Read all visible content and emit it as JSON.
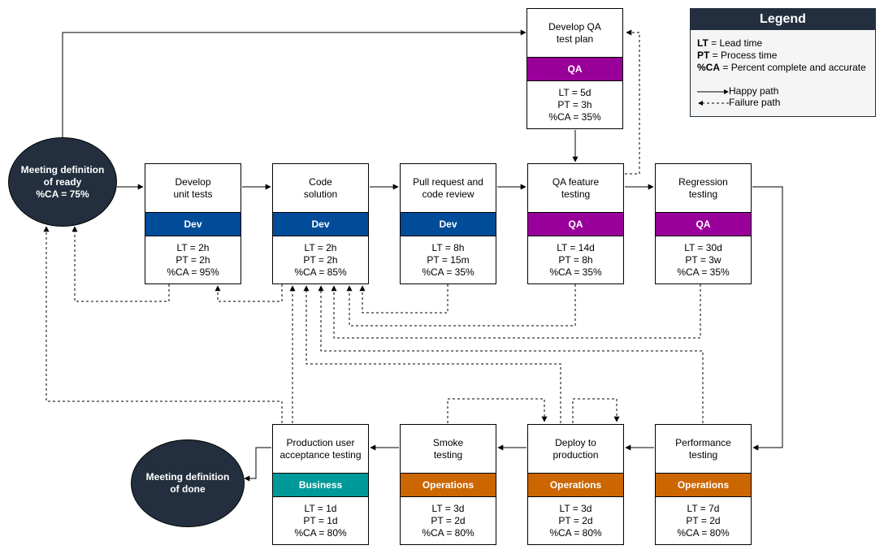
{
  "legend": {
    "title": "Legend",
    "lt_key": "LT",
    "lt_text": " = Lead time",
    "pt_key": "PT",
    "pt_text": " = Process time",
    "ca_key": "%CA",
    "ca_text": " = Percent complete and accurate",
    "happy_path": "Happy path",
    "failure_path": "Failure path"
  },
  "ready": {
    "line1": "Meeting definition",
    "line2": "of ready",
    "line3": "%CA = 75%"
  },
  "done": {
    "line1": "Meeting definition",
    "line2": "of done"
  },
  "stages": {
    "qa_plan": {
      "title1": "Develop QA",
      "title2": "test plan",
      "team": "QA",
      "lt": "LT = 5d",
      "pt": "PT = 3h",
      "ca": "%CA = 35%"
    },
    "unit_tests": {
      "title1": "Develop",
      "title2": "unit tests",
      "team": "Dev",
      "lt": "LT = 2h",
      "pt": "PT = 2h",
      "ca": "%CA = 95%"
    },
    "code": {
      "title1": "Code",
      "title2": "solution",
      "team": "Dev",
      "lt": "LT = 2h",
      "pt": "PT = 2h",
      "ca": "%CA = 85%"
    },
    "pr_review": {
      "title1": "Pull request and",
      "title2": "code review",
      "team": "Dev",
      "lt": "LT = 8h",
      "pt": "PT = 15m",
      "ca": "%CA = 35%"
    },
    "qa_feature": {
      "title1": "QA feature",
      "title2": "testing",
      "team": "QA",
      "lt": "LT = 14d",
      "pt": "PT = 8h",
      "ca": "%CA = 35%"
    },
    "regression": {
      "title1": "Regression",
      "title2": "testing",
      "team": "QA",
      "lt": "LT = 30d",
      "pt": "PT = 3w",
      "ca": "%CA = 35%"
    },
    "uat": {
      "title1": "Production user",
      "title2": "acceptance testing",
      "team": "Business",
      "lt": "LT = 1d",
      "pt": "PT = 1d",
      "ca": "%CA = 80%"
    },
    "smoke": {
      "title1": "Smoke",
      "title2": "testing",
      "team": "Operations",
      "lt": "LT = 3d",
      "pt": "PT = 2d",
      "ca": "%CA = 80%"
    },
    "deploy": {
      "title1": "Deploy to",
      "title2": "production",
      "team": "Operations",
      "lt": "LT = 3d",
      "pt": "PT = 2d",
      "ca": "%CA = 80%"
    },
    "performance": {
      "title1": "Performance",
      "title2": "testing",
      "team": "Operations",
      "lt": "LT = 7d",
      "pt": "PT = 2d",
      "ca": "%CA = 80%"
    }
  },
  "colors": {
    "dev": "#004c99",
    "qa": "#990099",
    "operations": "#cc6600",
    "business": "#009999",
    "circle": "#232f3e"
  }
}
